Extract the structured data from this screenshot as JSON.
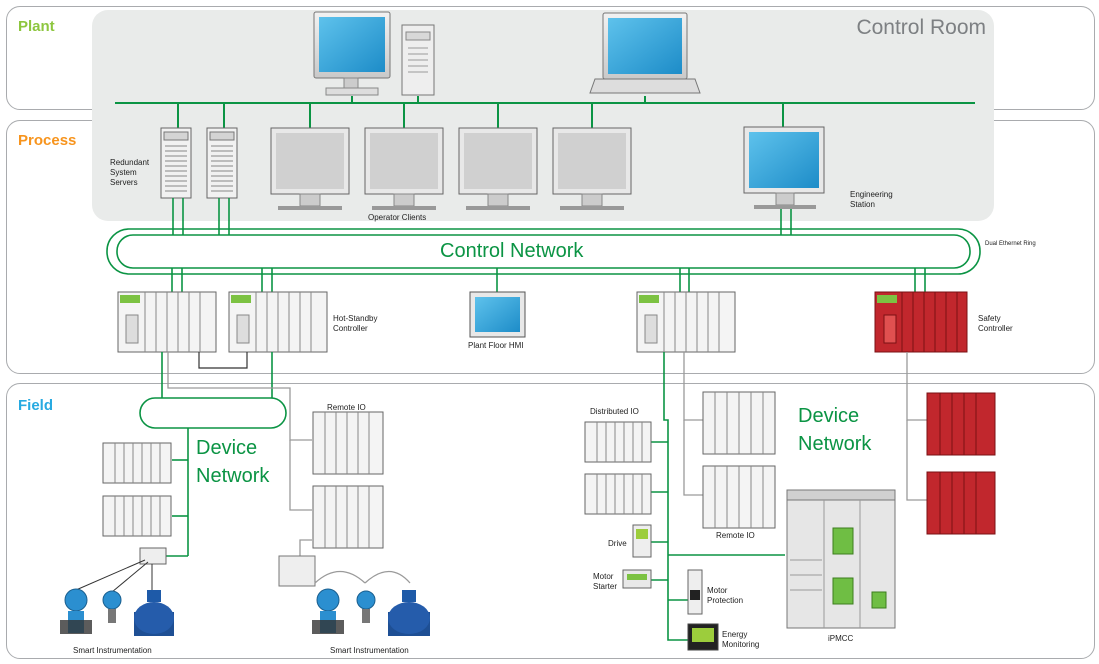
{
  "zones": {
    "plant": {
      "label": "Plant",
      "color": "#8dc63f"
    },
    "process": {
      "label": "Process",
      "color": "#f7941d"
    },
    "field": {
      "label": "Field",
      "color": "#27aae1"
    }
  },
  "control_room": {
    "title": "Control Room"
  },
  "networks": {
    "control_network": "Control Network",
    "dual_ring": "Dual Ethernet Ring",
    "device_network_left": [
      "Device",
      "Network"
    ],
    "device_network_right": [
      "Device",
      "Network"
    ],
    "color": "#0b9444"
  },
  "labels": {
    "redundant_servers": [
      "Redundant",
      "System",
      "Servers"
    ],
    "operator_clients": "Operator Clients",
    "engineering_station": [
      "Engineering",
      "Station"
    ],
    "hot_standby": [
      "Hot-Standby",
      "Controller"
    ],
    "plant_floor_hmi": "Plant Floor HMI",
    "safety_controller": [
      "Safety",
      "Controller"
    ],
    "remote_io_left": "Remote IO",
    "distributed_io": "Distributed IO",
    "remote_io_right": "Remote IO",
    "drive": "Drive",
    "motor_starter": [
      "Motor",
      "Starter"
    ],
    "motor_protection": [
      "Motor",
      "Protection"
    ],
    "energy_monitoring": [
      "Energy",
      "Monitoring"
    ],
    "ipmcc": "iPMCC",
    "smart_instr_left": "Smart Instrumentation",
    "smart_instr_right": "Smart Instrumentation"
  },
  "icons": [
    "desktop-monitor-icon",
    "tower-pc-icon",
    "laptop-icon",
    "server-icon",
    "monitor-icon",
    "engineering-station-icon",
    "plc-rack-icon",
    "hmi-panel-icon",
    "safety-plc-icon",
    "io-rack-icon",
    "drive-icon",
    "motor-starter-icon",
    "motor-protection-icon",
    "energy-meter-icon",
    "ipmcc-cabinet-icon",
    "transmitter-icon",
    "valve-icon"
  ]
}
